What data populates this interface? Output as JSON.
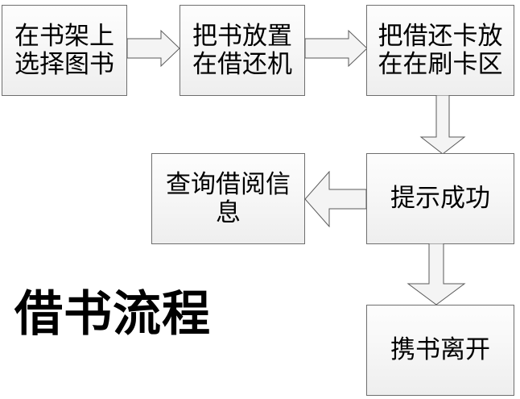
{
  "diagram": {
    "title": "借书流程",
    "type": "flowchart",
    "orientation": "left-to-right-then-down",
    "nodes": [
      {
        "id": "select-book",
        "label": "在书架上选择图书",
        "row": 1,
        "col": 1
      },
      {
        "id": "place-book",
        "label": "把书放置在借还机",
        "row": 1,
        "col": 2
      },
      {
        "id": "swipe-card",
        "label": "把借还卡放在在刷卡区",
        "row": 1,
        "col": 3
      },
      {
        "id": "query-info",
        "label": "查询借阅信息",
        "row": 2,
        "col": 2
      },
      {
        "id": "prompt-ok",
        "label": "提示成功",
        "row": 2,
        "col": 3
      },
      {
        "id": "leave-book",
        "label": "携书离开",
        "row": 3,
        "col": 3
      }
    ],
    "edges": [
      {
        "id": "edge-1",
        "from": "select-book",
        "to": "place-book",
        "direction": "right"
      },
      {
        "id": "edge-2",
        "from": "place-book",
        "to": "swipe-card",
        "direction": "right"
      },
      {
        "id": "edge-3",
        "from": "swipe-card",
        "to": "prompt-ok",
        "direction": "down"
      },
      {
        "id": "edge-4",
        "from": "prompt-ok",
        "to": "query-info",
        "direction": "left"
      },
      {
        "id": "edge-5",
        "from": "prompt-ok",
        "to": "leave-book",
        "direction": "down"
      }
    ]
  },
  "style": {
    "node_border_color": "#6e6e6e",
    "node_fill_top": "#fdfdfd",
    "node_fill_bottom": "#eeeeee",
    "arrow_border_color": "#5a5a5a",
    "arrow_fill": "#f4f4f4",
    "text_color": "#000000",
    "background": "#ffffff"
  }
}
